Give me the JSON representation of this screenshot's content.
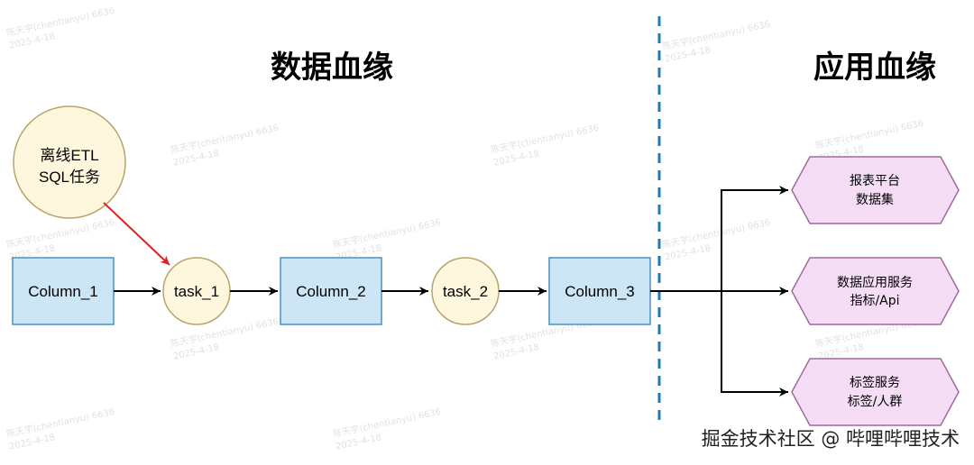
{
  "titles": {
    "data_lineage": "数据血缘",
    "app_lineage": "应用血缘"
  },
  "offline_task": {
    "line1": "离线ETL",
    "line2": "SQL任务"
  },
  "columns": {
    "column_1": "Column_1",
    "column_2": "Column_2",
    "column_3": "Column_3"
  },
  "tasks": {
    "task_1": "task_1",
    "task_2": "task_2"
  },
  "applications": {
    "report": {
      "line1": "报表平台",
      "line2": "数据集"
    },
    "data_service": {
      "line1": "数据应用服务",
      "line2": "指标/Api"
    },
    "tag_service": {
      "line1": "标签服务",
      "line2": "标签/人群"
    }
  },
  "footer": {
    "text": "掘金技术社区 @ 哔哩哔哩技术"
  },
  "watermark": {
    "name": "陈天宇(chentianyu) 6636",
    "date": "2025-4-18"
  },
  "colors": {
    "column_fill": "#cce6f5",
    "column_stroke": "#4a90c2",
    "task_fill": "#fef7dd",
    "task_stroke": "#b8a36b",
    "app_fill": "#f5def5",
    "app_stroke": "#a06aa0",
    "red_arrow": "#e02020",
    "divider": "#1f7bb5"
  }
}
